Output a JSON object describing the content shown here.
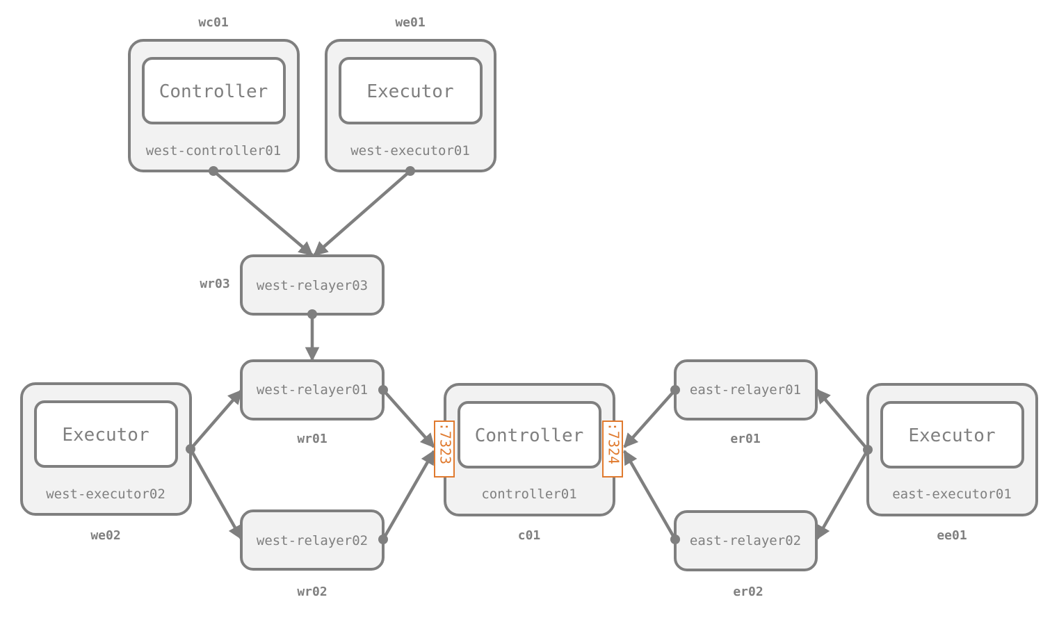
{
  "nodes": {
    "west_controller01": {
      "alias": "wc01",
      "host": "west-controller01",
      "role": "Controller"
    },
    "west_executor01": {
      "alias": "we01",
      "host": "west-executor01",
      "role": "Executor"
    },
    "west_relayer03": {
      "alias": "wr03",
      "host": "west-relayer03"
    },
    "west_relayer01": {
      "alias": "wr01",
      "host": "west-relayer01"
    },
    "west_relayer02": {
      "alias": "wr02",
      "host": "west-relayer02"
    },
    "west_executor02": {
      "alias": "we02",
      "host": "west-executor02",
      "role": "Executor"
    },
    "controller01": {
      "alias": "c01",
      "host": "controller01",
      "role": "Controller"
    },
    "east_relayer01": {
      "alias": "er01",
      "host": "east-relayer01"
    },
    "east_relayer02": {
      "alias": "er02",
      "host": "east-relayer02"
    },
    "east_executor01": {
      "alias": "ee01",
      "host": "east-executor01",
      "role": "Executor"
    }
  },
  "ports": {
    "west": ":7323",
    "east": ":7324"
  },
  "colors": {
    "stroke": "#7f7f7f",
    "fill": "#f2f2f2",
    "port": "#e07a2e"
  }
}
